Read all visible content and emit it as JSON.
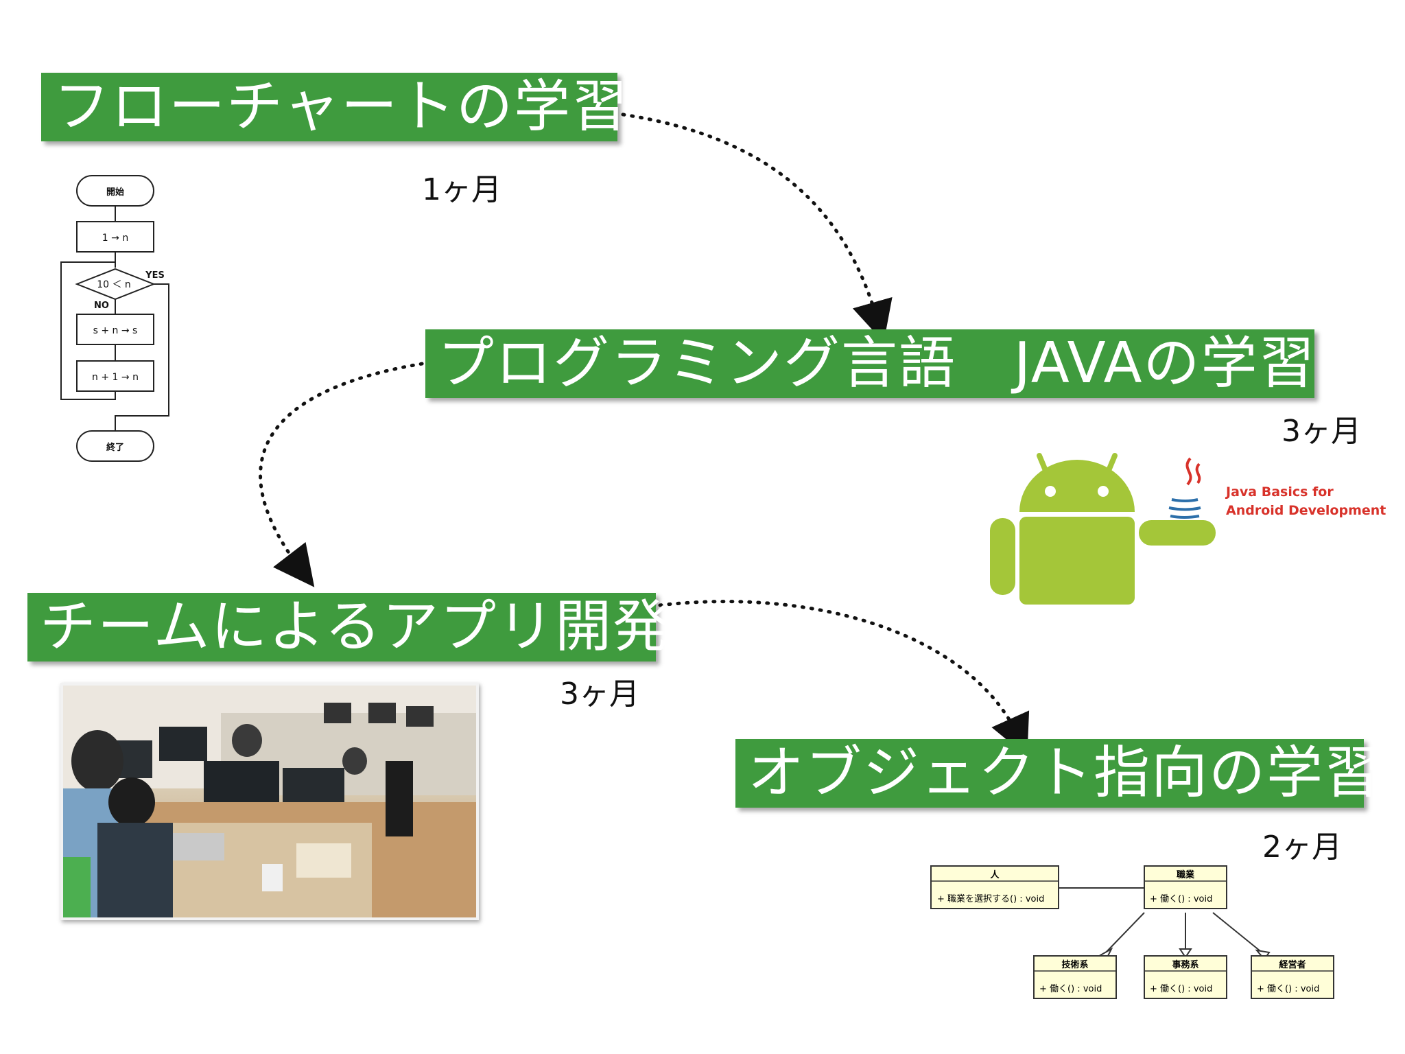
{
  "steps": [
    {
      "title": "フローチャートの学習",
      "duration": "1ヶ月"
    },
    {
      "title": "プログラミング言語　JAVAの学習",
      "duration": "3ヶ月"
    },
    {
      "title": "チームによるアプリ開発",
      "duration": "3ヶ月"
    },
    {
      "title": "オブジェクト指向の学習",
      "duration": "2ヶ月"
    }
  ],
  "flowchart": {
    "start": "開始",
    "init": "1 → n",
    "condition": "10 ＜ n",
    "yes": "YES",
    "no": "NO",
    "step1": "s + n → s",
    "step2": "n + 1 → n",
    "end": "終了"
  },
  "java_logo": {
    "line1": "Java Basics for",
    "line2": "Android Development",
    "accent_color": "#d8322a"
  },
  "uml": {
    "person": {
      "name": "人",
      "method": "+ 職業を選択する() : void"
    },
    "job": {
      "name": "職業",
      "method": "+ 働く() : void"
    },
    "tech": {
      "name": "技術系",
      "method": "+ 働く() : void"
    },
    "office": {
      "name": "事務系",
      "method": "+ 働く() : void"
    },
    "manager": {
      "name": "経営者",
      "method": "+ 働く() : void"
    }
  },
  "colors": {
    "banner": "#3f9b3e",
    "android": "#a4c639"
  }
}
